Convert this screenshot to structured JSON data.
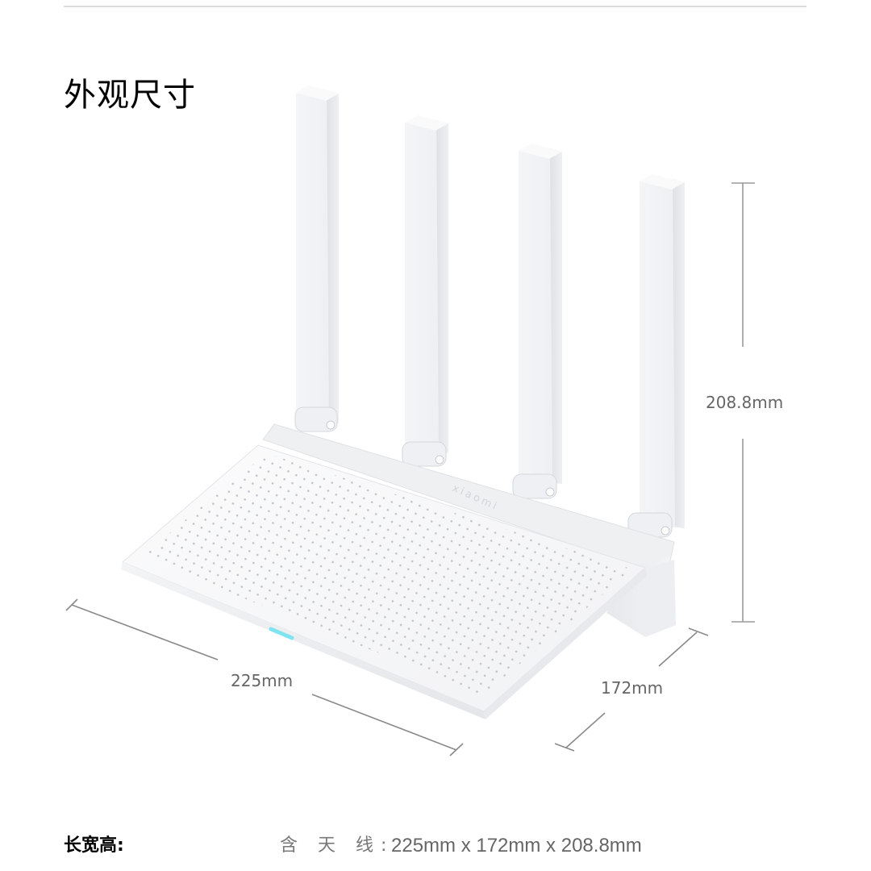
{
  "page": {
    "section_title": "外观尺寸"
  },
  "figure": {
    "product": "router",
    "brand_mark": "Xiaomi",
    "antenna_count": 4,
    "indicator_color": "#7fe3f0",
    "dimensions": {
      "height_label": "208.8mm",
      "width_label": "225mm",
      "depth_label": "172mm"
    }
  },
  "specs": {
    "label": "长宽高:",
    "prefix": "含 天 线:",
    "value": "225mm x 172mm x 208.8mm"
  },
  "colors": {
    "rule": "#dcdcdc",
    "dimension_line": "#8a8a8a",
    "dimension_text": "#666666",
    "title_text": "#000000"
  }
}
